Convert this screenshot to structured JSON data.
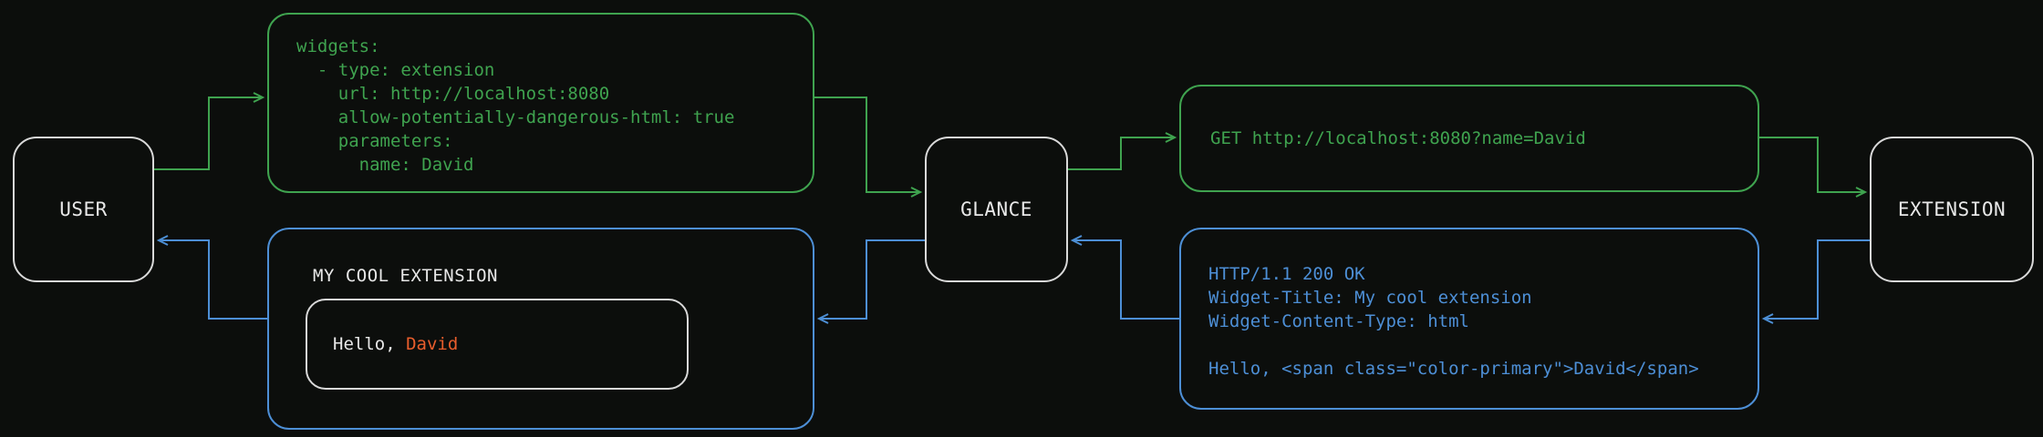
{
  "colors": {
    "background": "#0c0e0c",
    "green": "#3fa34f",
    "blue": "#4d8fd6",
    "white": "#e8e8e8",
    "orange": "#e85d2c"
  },
  "nodes": {
    "user": {
      "label": "USER"
    },
    "glance": {
      "label": "GLANCE"
    },
    "extension": {
      "label": "EXTENSION"
    }
  },
  "config_box": {
    "lines": [
      "widgets:",
      "  - type: extension",
      "    url: http://localhost:8080",
      "    allow-potentially-dangerous-html: true",
      "    parameters:",
      "      name: David"
    ]
  },
  "request_box": {
    "text": "GET http://localhost:8080?name=David"
  },
  "response_box": {
    "lines": [
      "HTTP/1.1 200 OK",
      "Widget-Title: My cool extension",
      "Widget-Content-Type: html",
      "",
      "Hello, <span class=\"color-primary\">David</span>"
    ]
  },
  "widget_box": {
    "title": "MY COOL EXTENSION",
    "greeting_prefix": "Hello, ",
    "greeting_name": "David"
  }
}
